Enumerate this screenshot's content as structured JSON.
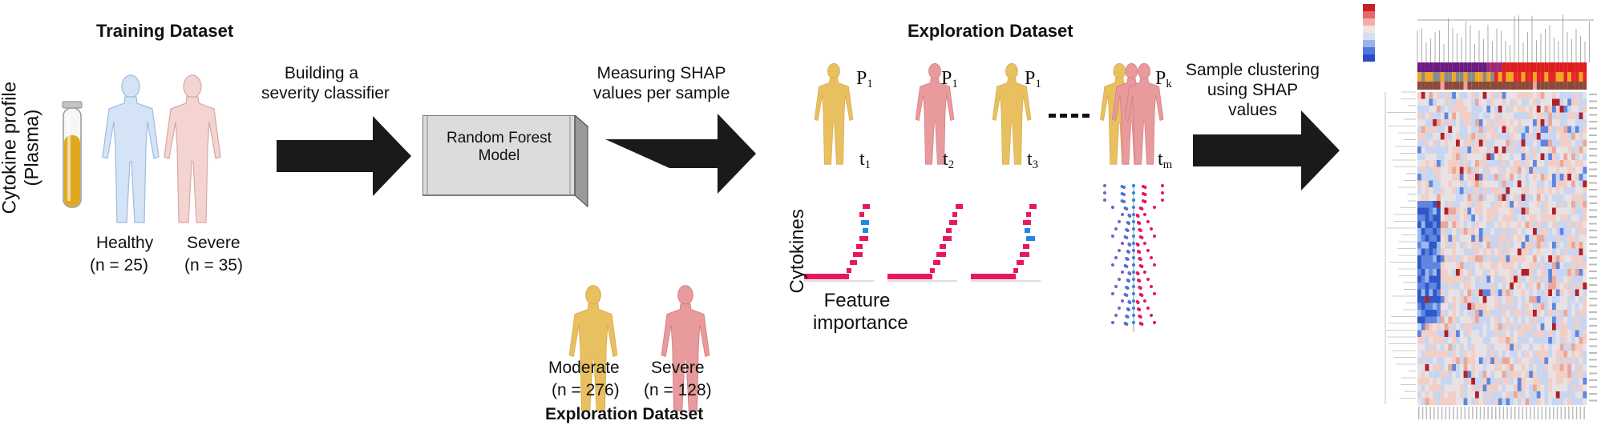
{
  "training": {
    "title": "Training Dataset",
    "vertical_label": [
      "Cytokine profile",
      "(Plasma)"
    ],
    "healthy": {
      "label": "Healthy",
      "count": "(n = 25)"
    },
    "severe": {
      "label": "Severe",
      "count": "(n = 35)"
    },
    "step1": [
      "Building a",
      "severity classifier"
    ]
  },
  "model": {
    "label": [
      "Random Forest",
      "Model"
    ]
  },
  "shap_step": [
    "Measuring SHAP",
    "values per sample"
  ],
  "exploration_input": {
    "moderate": {
      "label": "Moderate",
      "count": "(n = 276)"
    },
    "severe": {
      "label": "Severe",
      "count": "(n = 128)"
    },
    "title": "Exploration Dataset"
  },
  "exploration": {
    "title": "Exploration Dataset",
    "samples": [
      {
        "p": "P",
        "p_sub": "1",
        "t": "t",
        "t_sub": "1",
        "color": "#e8c060"
      },
      {
        "p": "P",
        "p_sub": "1",
        "t": "t",
        "t_sub": "2",
        "color": "#e89a9c"
      },
      {
        "p": "P",
        "p_sub": "1",
        "t": "t",
        "t_sub": "3",
        "color": "#e8c060"
      },
      {
        "p": "P",
        "p_sub": "k",
        "t": "t",
        "t_sub": "m",
        "color": "#e89a9c"
      }
    ],
    "cytokines_label": "Cytokines",
    "feature_label": [
      "Feature",
      "importance"
    ]
  },
  "cluster_step": [
    "Sample clustering",
    "using SHAP",
    "values"
  ],
  "colors": {
    "healthy": "#c8dcf2",
    "severe_light": "#f0c8c4",
    "moderate": "#e8c060",
    "severe": "#e89a9c",
    "arrow": "#1a1a1a",
    "shap_pos": "#e8175d",
    "shap_neg": "#1e88e5",
    "tube": "#e0a81e"
  }
}
